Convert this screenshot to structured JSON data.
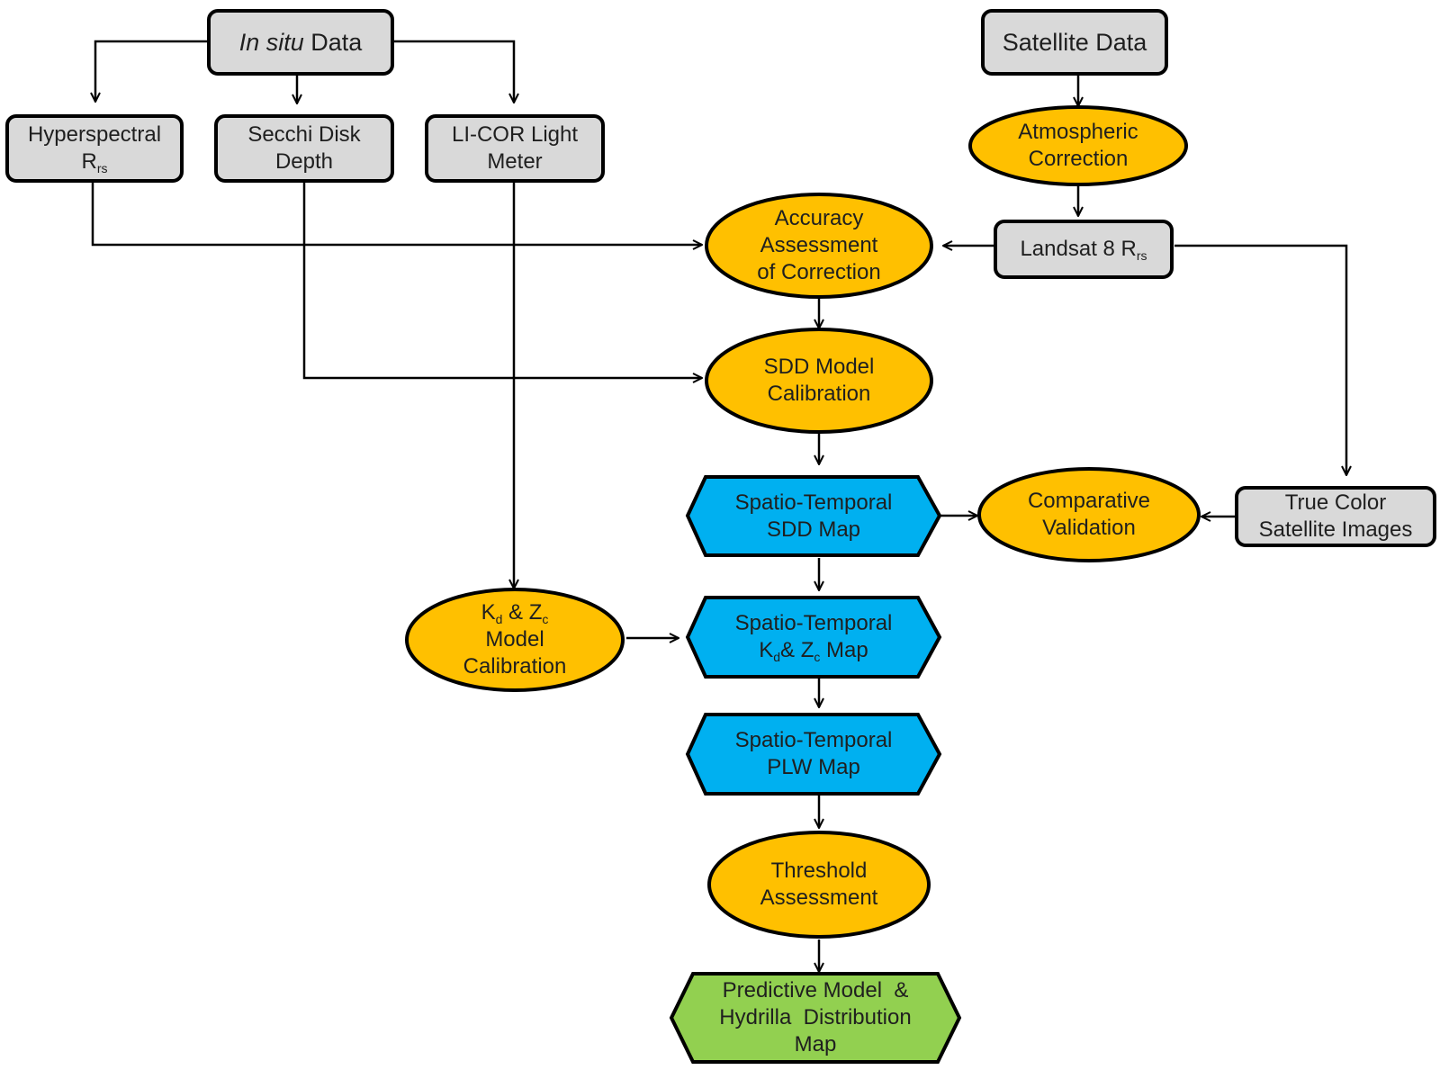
{
  "colors": {
    "box_fill": "#d9d9d9",
    "process_fill": "#ffc000",
    "map_fill": "#00b0f0",
    "final_fill": "#92d050",
    "stroke": "#000000"
  },
  "nodes": {
    "in_situ": {
      "italic": "In situ",
      "rest": " Data"
    },
    "satellite": {
      "text": "Satellite Data"
    },
    "hyperspectral": {
      "line1": "Hyperspectral",
      "line2": "R",
      "sub": "rs"
    },
    "secchi": {
      "line1": "Secchi Disk",
      "line2": "Depth"
    },
    "licor": {
      "line1": "LI-COR Light",
      "line2": "Meter"
    },
    "atmospheric": {
      "line1": "Atmospheric",
      "line2": "Correction"
    },
    "accuracy": {
      "line1": "Accuracy",
      "line2": "Assessment",
      "line3": "of Correction"
    },
    "landsat": {
      "text": "Landsat 8 R",
      "sub": "rs"
    },
    "sdd_calibration": {
      "line1": "SDD Model",
      "line2": "Calibration"
    },
    "sdd_map": {
      "line1": "Spatio-Temporal",
      "line2": "SDD Map"
    },
    "comparative": {
      "line1": "Comparative",
      "line2": "Validation"
    },
    "true_color": {
      "line1": "True Color",
      "line2": "Satellite Images"
    },
    "kd_calibration": {
      "k": "K",
      "k_sub": "d",
      "amp": " & Z",
      "z_sub": "c",
      "line2": "Model",
      "line3": "Calibration"
    },
    "kd_map": {
      "line1": "Spatio-Temporal",
      "k": "K",
      "k_sub": "d",
      "amp": "& Z",
      "z_sub": "c",
      "rest": " Map"
    },
    "plw_map": {
      "line1": "Spatio-Temporal",
      "line2": "PLW Map"
    },
    "threshold": {
      "line1": "Threshold",
      "line2": "Assessment"
    },
    "predictive": {
      "line1": "Predictive Model  &",
      "line2": "Hydrilla  Distribution",
      "line3": "Map"
    }
  }
}
